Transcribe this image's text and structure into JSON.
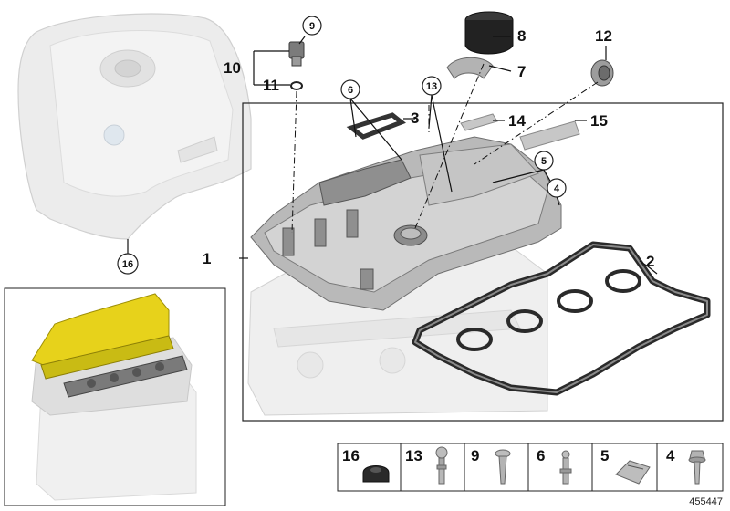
{
  "diagram": {
    "doc_number": "455447",
    "callouts": {
      "c1": "1",
      "c2": "2",
      "c3": "3",
      "c4": "4",
      "c5": "5",
      "c6": "6",
      "c7": "7",
      "c8": "8",
      "c9": "9",
      "c10": "10",
      "c11": "11",
      "c12": "12",
      "c13": "13",
      "c14": "14",
      "c15": "15",
      "c16": "16"
    },
    "parts_strip": [
      "16",
      "13",
      "9",
      "6",
      "5",
      "4"
    ]
  }
}
